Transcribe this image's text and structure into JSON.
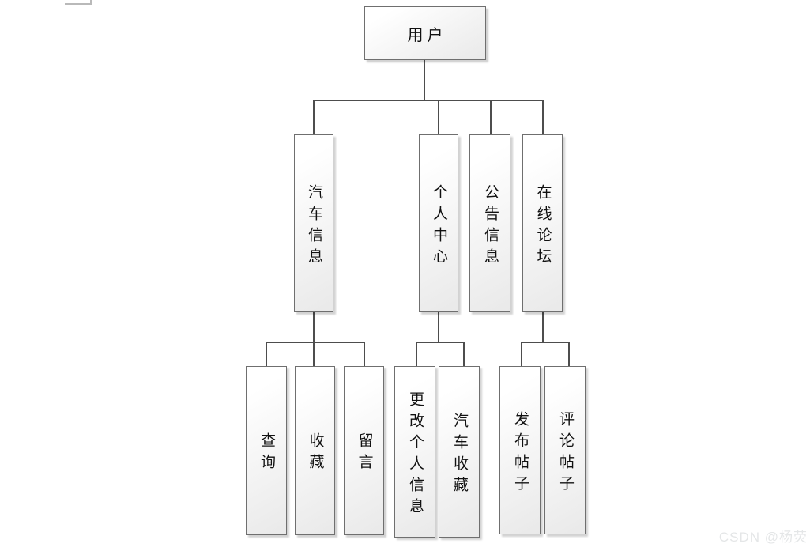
{
  "diagram": {
    "root": {
      "label": "用户"
    },
    "branches": [
      {
        "label": "汽车信息",
        "children": [
          "查询",
          "收藏",
          "留言"
        ]
      },
      {
        "label": "个人中心",
        "children": [
          "更改个人信息",
          "汽车收藏"
        ]
      },
      {
        "label": "公告信息",
        "children": []
      },
      {
        "label": "在线论坛",
        "children": [
          "发布帖子",
          "评论帖子"
        ]
      }
    ],
    "watermark": "CSDN @杨荧",
    "colors": {
      "line": "#4d4d4d",
      "box_border": "#6f6f6f",
      "box_fill_top": "#ffffff",
      "box_fill_bottom": "#e9e9e9",
      "text": "#111111",
      "watermark": "#e4e6e7",
      "fragment": "#b9b9b9"
    }
  }
}
